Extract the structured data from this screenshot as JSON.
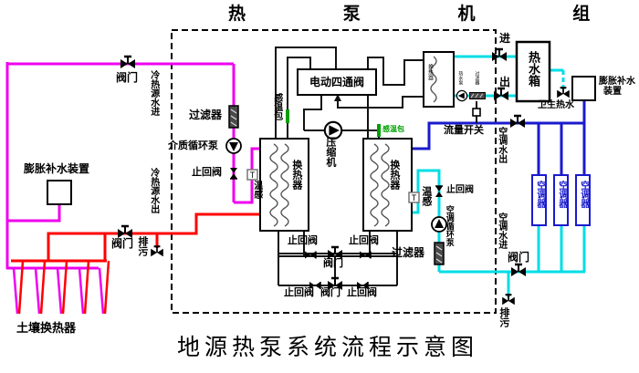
{
  "title": "地源热泵系统流程示意图",
  "colors": {
    "magenta": "#EE00EE",
    "red": "#FF0000",
    "cyan": "#00DDE6",
    "blue": "#1A1ACD",
    "green": "#00A000",
    "black": "#111111"
  },
  "labels": {
    "unit_title": "热 泵 机 组",
    "caption": "地源热泵系统流程示意图",
    "valve": "阀门",
    "check_valve": "止回阀",
    "drain": "排污",
    "source_in": "冷热源水进",
    "source_out": "冷热源水出",
    "expansion_device": "膨胀补水装置",
    "soil_hx": "土壤换热器",
    "filter": "过滤器",
    "medium_pump": "介质循环泵",
    "temp_sensor": "温感",
    "t_tag": "T",
    "bulb": "感温包",
    "four_way_valve": "电动四通阀",
    "compressor": "压缩机",
    "hx": "换热器",
    "flow_switch": "流量开关",
    "ac_pump": "空调循环泵",
    "ac_water_out": "空调水出",
    "ac_water_in": "空调水进",
    "hot_tank": "热水箱",
    "sanitary_hot_water": "卫生热水",
    "expansion_line1": "膨胀补水",
    "expansion_line2": "装置",
    "in": "进",
    "out": "出",
    "ac_unit": "空调器",
    "hw_pump": "热水泵"
  }
}
